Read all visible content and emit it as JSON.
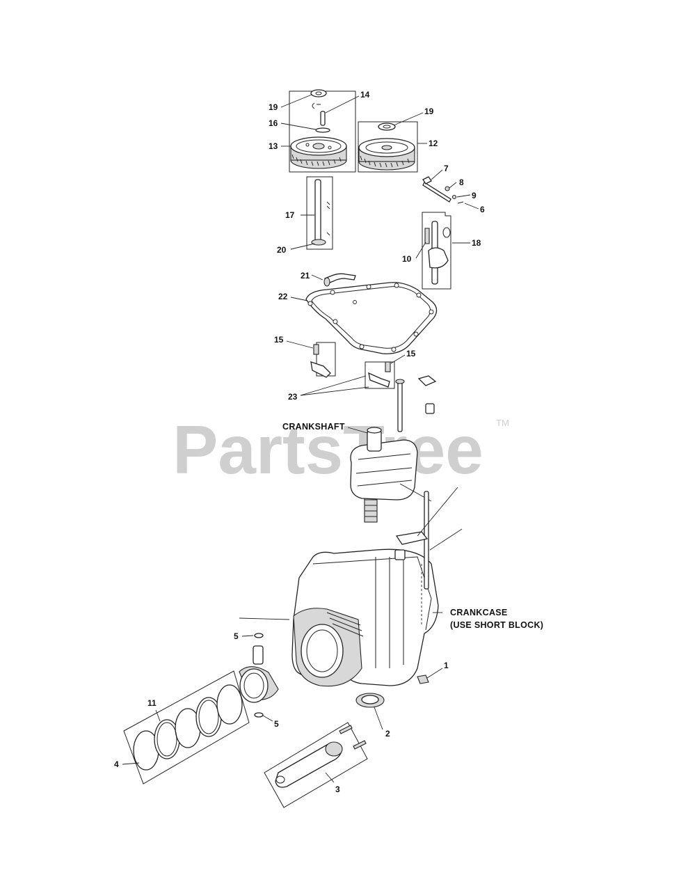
{
  "watermark": {
    "text": "PartsTree",
    "trademark": "TM"
  },
  "part_labels": [
    {
      "id": "1",
      "text": "1"
    },
    {
      "id": "2",
      "text": "2"
    },
    {
      "id": "3",
      "text": "3"
    },
    {
      "id": "4",
      "text": "4"
    },
    {
      "id": "5a",
      "text": "5"
    },
    {
      "id": "5b",
      "text": "5"
    },
    {
      "id": "6",
      "text": "6"
    },
    {
      "id": "7",
      "text": "7"
    },
    {
      "id": "8",
      "text": "8"
    },
    {
      "id": "9",
      "text": "9"
    },
    {
      "id": "10",
      "text": "10"
    },
    {
      "id": "11",
      "text": "11"
    },
    {
      "id": "12",
      "text": "12"
    },
    {
      "id": "13",
      "text": "13"
    },
    {
      "id": "14",
      "text": "14"
    },
    {
      "id": "15a",
      "text": "15"
    },
    {
      "id": "15b",
      "text": "15"
    },
    {
      "id": "16",
      "text": "16"
    },
    {
      "id": "17",
      "text": "17"
    },
    {
      "id": "18",
      "text": "18"
    },
    {
      "id": "19a",
      "text": "19"
    },
    {
      "id": "19b",
      "text": "19"
    },
    {
      "id": "20",
      "text": "20"
    },
    {
      "id": "21",
      "text": "21"
    },
    {
      "id": "22",
      "text": "22"
    },
    {
      "id": "23",
      "text": "23"
    }
  ],
  "component_names": {
    "crankshaft": "CRANKSHAFT",
    "crankcase_line1": "CRANKCASE",
    "crankcase_line2": "(USE SHORT BLOCK)"
  }
}
